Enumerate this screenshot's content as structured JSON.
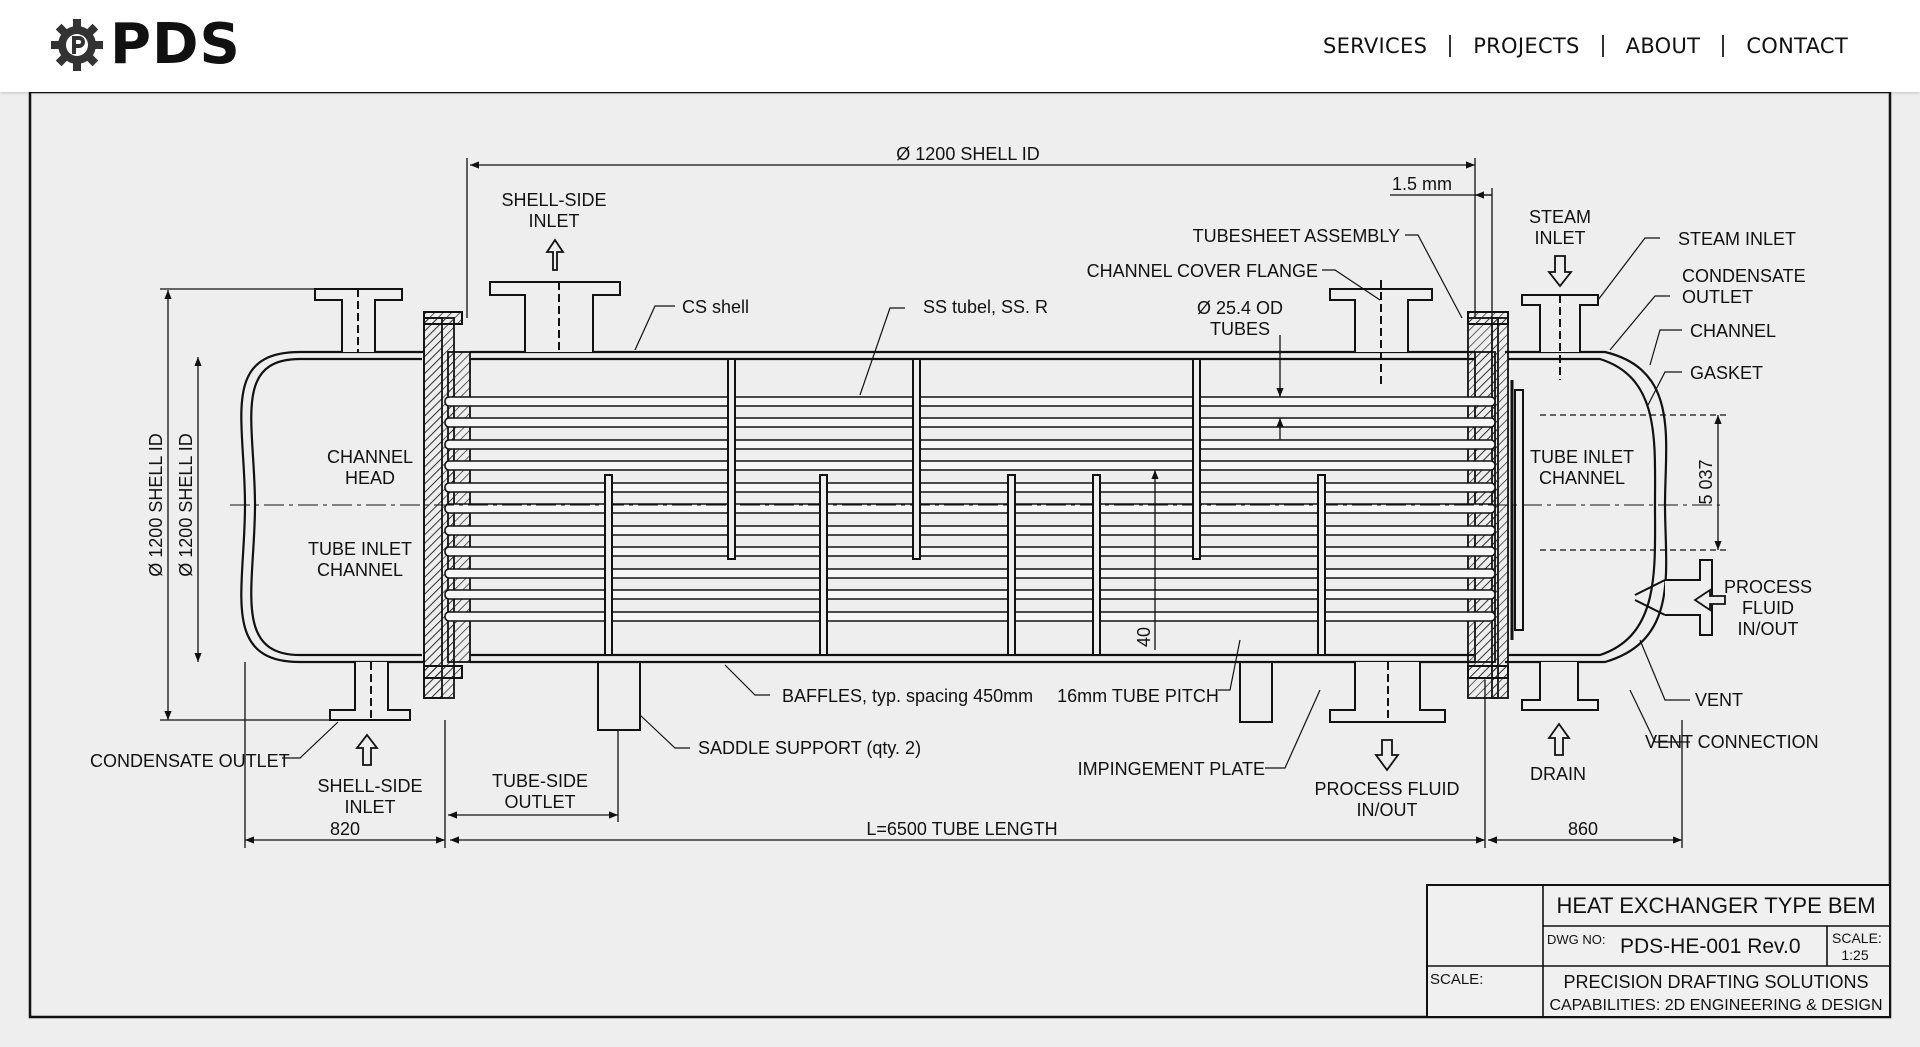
{
  "header": {
    "logo_text": "PDS",
    "nav": [
      "SERVICES",
      "PROJECTS",
      "ABOUT",
      "CONTACT"
    ]
  },
  "drawing": {
    "dim_shell_id_top": "Ø 1200 SHELL ID",
    "dim_gap": "1.5 mm",
    "dim_shell_id_left1": "Ø 1200 SHELL ID",
    "dim_shell_id_left2": "Ø 1200 SHELL ID",
    "dim_right_vertical": "5 037",
    "dim_820": "820",
    "dim_tube_length": "L=6500 TUBE LENGTH",
    "dim_860": "860",
    "dim_40": "40",
    "labels": {
      "shell_side_inlet_top_l1": "SHELL-SIDE",
      "shell_side_inlet_top_l2": "INLET",
      "cs_shell": "CS shell",
      "ss_tubel": "SS tubel, SS. R",
      "tubesheet_assembly": "TUBESHEET ASSEMBLY",
      "channel_cover_flange": "CHANNEL COVER FLANGE",
      "od_tubes_l1": "Ø 25.4 OD",
      "od_tubes_l2": "TUBES",
      "steam_inlet_top_l1": "STEAM",
      "steam_inlet_top_l2": "INLET",
      "steam_inlet_right": "STEAM INLET",
      "condensate_outlet_right_l1": "CONDENSATE",
      "condensate_outlet_right_l2": "OUTLET",
      "channel": "CHANNEL",
      "gasket": "GASKET",
      "channel_head_l1": "CHANNEL",
      "channel_head_l2": "HEAD",
      "tube_inlet_channel_left_l1": "TUBE INLET",
      "tube_inlet_channel_left_l2": "CHANNEL",
      "tube_inlet_channel_right_l1": "TUBE INLET",
      "tube_inlet_channel_right_l2": "CHANNEL",
      "process_fluid_right_l1": "PROCESS",
      "process_fluid_right_l2": "FLUID",
      "process_fluid_right_l3": "IN/OUT",
      "vent": "VENT",
      "vent_connection": "VENT CONNECTION",
      "drain": "DRAIN",
      "process_fluid_bottom_l1": "PROCESS FLUID",
      "process_fluid_bottom_l2": "IN/OUT",
      "impingement_plate": "IMPINGEMENT PLATE",
      "tube_pitch": "16mm TUBE PITCH",
      "baffles": "BAFFLES, typ. spacing 450mm",
      "saddle_support": "SADDLE SUPPORT (qty. 2)",
      "tube_side_outlet_l1": "TUBE-SIDE",
      "tube_side_outlet_l2": "OUTLET",
      "shell_side_inlet_bottom_l1": "SHELL-SIDE",
      "shell_side_inlet_bottom_l2": "INLET",
      "condensate_outlet_left": "CONDENSATE OUTLET"
    },
    "title_block": {
      "title": "HEAT EXCHANGER TYPE BEM",
      "dwg_no_label": "DWG NO:",
      "dwg_no": "PDS-HE-001 Rev.0",
      "scale_label": "SCALE:",
      "scale_value": "1:25",
      "scale_label_2": "SCALE:",
      "company": "PRECISION DRAFTING SOLUTIONS",
      "capabilities": "CAPABILITIES: 2D ENGINEERING & DESIGN"
    }
  }
}
